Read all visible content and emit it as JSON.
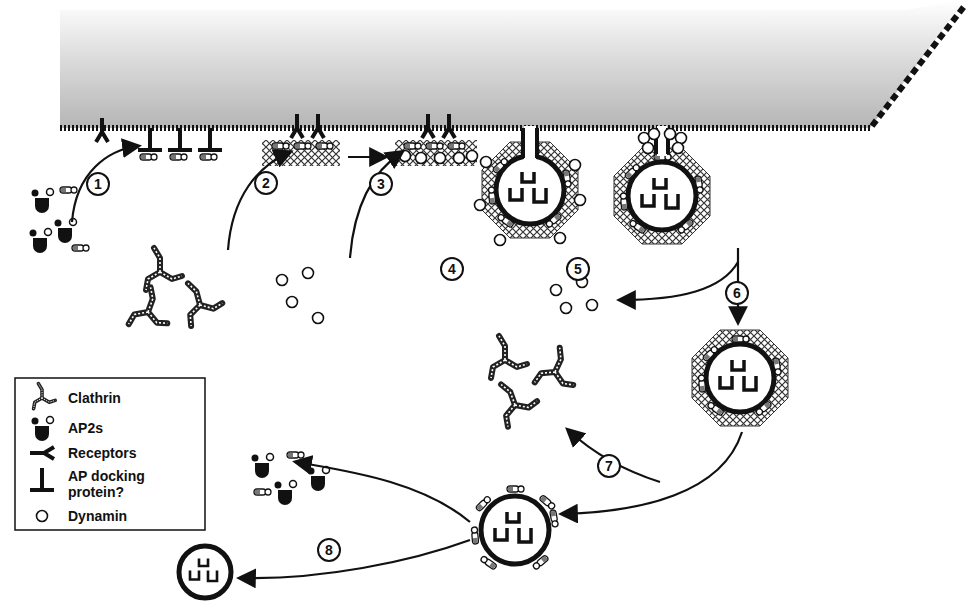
{
  "diagram": {
    "labels": [
      "1",
      "2",
      "3",
      "4",
      "5",
      "6",
      "7",
      "8"
    ],
    "legend": [
      {
        "text": "Clathrin"
      },
      {
        "text": "AP2s"
      },
      {
        "text": "Receptors"
      },
      {
        "text": "AP docking protein?"
      },
      {
        "text": "Dynamin"
      }
    ]
  }
}
